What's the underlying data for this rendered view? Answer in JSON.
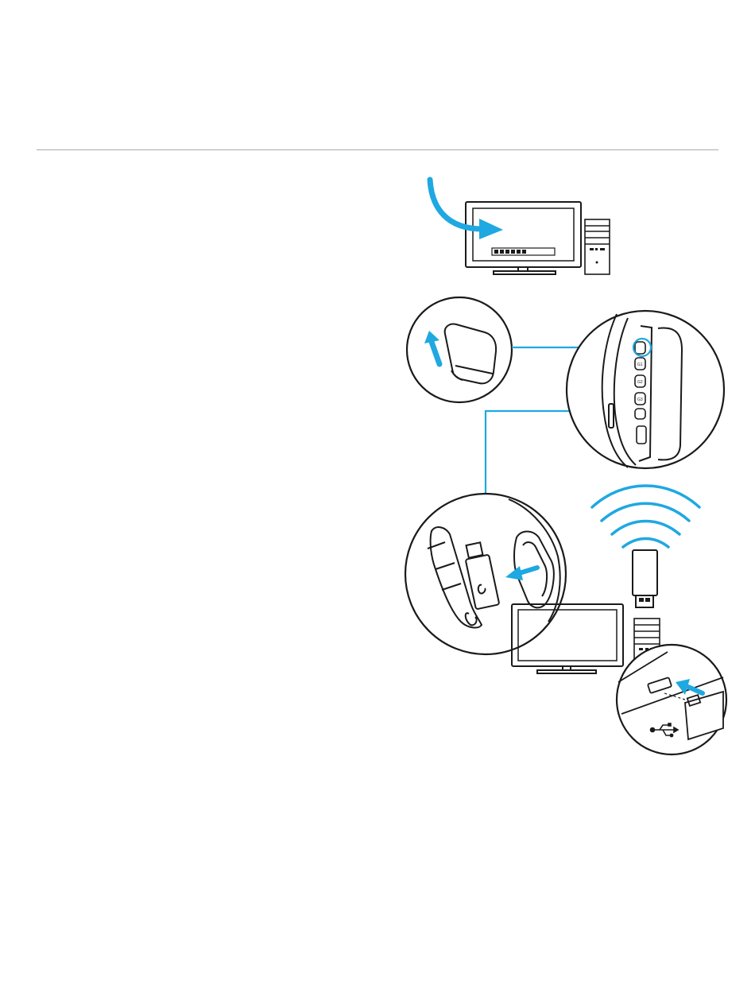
{
  "colors": {
    "accent_blue": "#1fa8e1",
    "line": "#1a1a1a",
    "rule": "#a9a9a9",
    "background": "#ffffff"
  },
  "headset_buttons": {
    "labels": [
      "G1",
      "G2",
      "G3"
    ]
  },
  "icons": [
    "arrow-icon",
    "usb-icon",
    "wifi-signal-icon",
    "g-logo-icon"
  ]
}
